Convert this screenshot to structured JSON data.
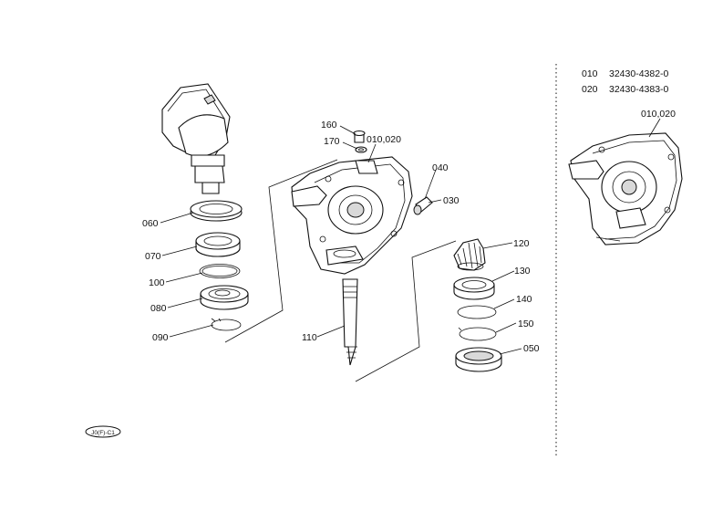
{
  "callouts": {
    "c060": "060",
    "c070": "070",
    "c100": "100",
    "c080": "080",
    "c090": "090",
    "c160": "160",
    "c170": "170",
    "c010_020_main": "010,020",
    "c040": "040",
    "c030": "030",
    "c110": "110",
    "c120": "120",
    "c130": "130",
    "c140": "140",
    "c150": "150",
    "c050": "050",
    "c010_020_side": "010,020"
  },
  "parts_list": [
    {
      "ref": "010",
      "part_number": "32430-4382-0"
    },
    {
      "ref": "020",
      "part_number": "32430-4383-0"
    }
  ],
  "figure_code": "J0(F)-C1",
  "icons": [
    "gear-housing-drawing",
    "bearing-drawing",
    "snap-ring-drawing",
    "bevel-gear-drawing",
    "shaft-drawing"
  ]
}
